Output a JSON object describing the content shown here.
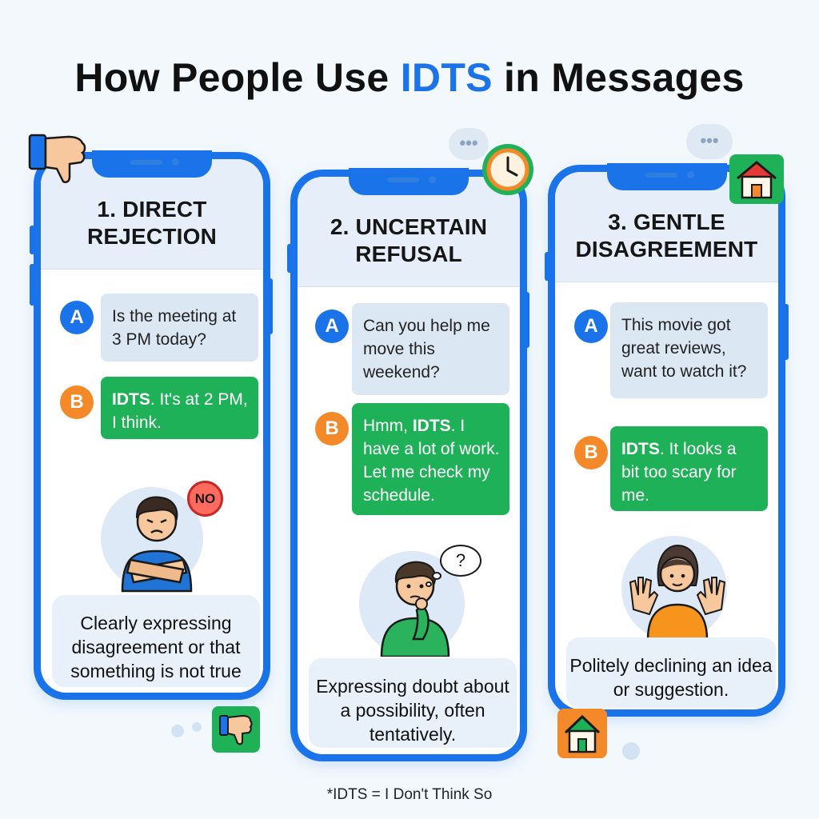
{
  "title": {
    "prefix": "How People Use ",
    "highlight": "IDTS",
    "suffix": " in Messages"
  },
  "cards": [
    {
      "heading": [
        "1. DIRECT",
        "REJECTION"
      ],
      "speaker_a": "A",
      "message_a": "Is the meeting at 3 PM today?",
      "speaker_b": "B",
      "message_b_bold": "IDTS",
      "message_b_rest": ". It's at 2 PM, I think.",
      "badge": "NO",
      "caption": "Clearly expressing disagreement or that something is not true"
    },
    {
      "heading": [
        "2. UNCERTAIN",
        "REFUSAL"
      ],
      "speaker_a": "A",
      "message_a": "Can you help me move this weekend?",
      "speaker_b": "B",
      "message_b_pre": "Hmm, ",
      "message_b_bold": "IDTS",
      "message_b_rest": ". I have a lot of work. Let me check my schedule.",
      "badge": "?",
      "caption": "Expressing doubt about a possibility, often tentatively."
    },
    {
      "heading": [
        "3. GENTLE",
        "DISAGREEMENT"
      ],
      "speaker_a": "A",
      "message_a": "This movie got great reviews, want to watch it?",
      "speaker_b": "B",
      "message_b_bold": "IDTS",
      "message_b_rest": ". It looks a bit too scary for me.",
      "caption": "Politely declining an idea or suggestion."
    }
  ],
  "decorations": {
    "chat_dots": "•••",
    "icons": [
      "thumbs-down-icon",
      "clock-icon",
      "house-icon",
      "thumbs-down-icon",
      "house-icon"
    ]
  },
  "colors": {
    "accent": "#1a73e8",
    "green": "#1fb157",
    "orange": "#f4892a",
    "red": "#e53935"
  },
  "footnote": "*IDTS = I Don't Think So"
}
